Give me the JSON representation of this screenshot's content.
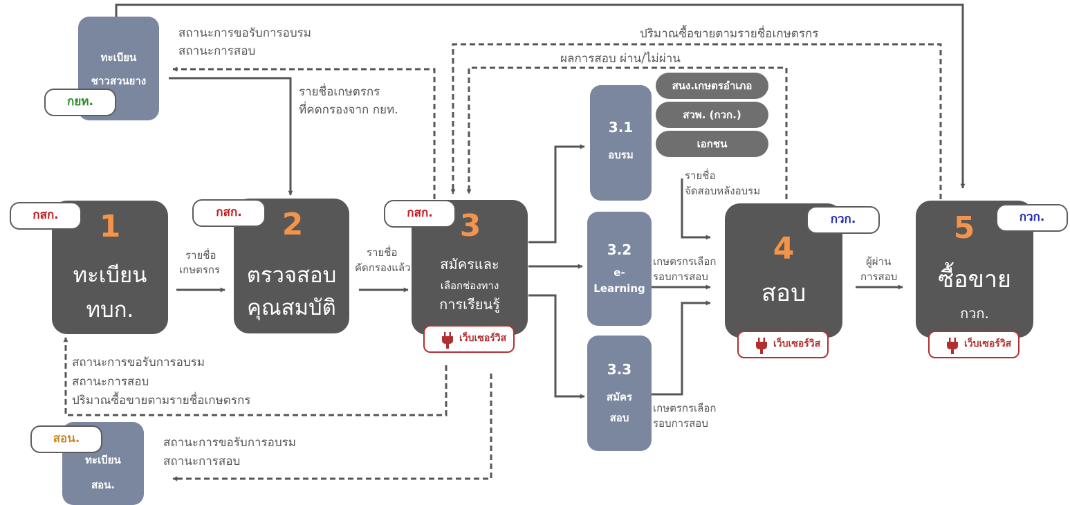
{
  "steps": {
    "s1": {
      "agency": "กสก.",
      "number": "1",
      "title_line1": "ทะเบียน",
      "title_line2": "ทบก."
    },
    "s2": {
      "agency": "กสก.",
      "number": "2",
      "title_line1": "ตรวจสอบ",
      "title_line2": "คุณสมบัติ"
    },
    "s3": {
      "agency": "กสก.",
      "number": "3",
      "title_line1": "สมัครและ",
      "title_line2": "เลือกช่องทาง",
      "title_line3": "การเรียนรู้",
      "service": "เว็บเซอร์วิส"
    },
    "s4": {
      "agency": "กวก.",
      "number": "4",
      "title": "สอบ",
      "service": "เว็บเซอร์วิส"
    },
    "s5": {
      "agency": "กวก.",
      "number": "5",
      "title": "ซื้อขาย",
      "subtitle": "กวก.",
      "service": "เว็บเซอร์วิส"
    }
  },
  "substeps": {
    "s31": {
      "number": "3.1",
      "title": "อบรม"
    },
    "s32": {
      "number": "3.2",
      "title_line1": "e-",
      "title_line2": "Learning"
    },
    "s33": {
      "number": "3.3",
      "title_line1": "สมัคร",
      "title_line2": "สอบ"
    }
  },
  "providers": [
    "สนง.เกษตรอำเภอ",
    "สวพ. (กวก.)",
    "เอกชน"
  ],
  "registries": {
    "rubber": {
      "line1": "ทะเบียน",
      "line2": "ชาวสวนยาง",
      "agency": "กยท."
    },
    "son": {
      "line1": "ทะเบียน",
      "line2": "สอน.",
      "agency": "สอน."
    }
  },
  "labels": {
    "rubber_status_1": "สถานะการขอรับการอบรม",
    "rubber_status_2": "สถานะการสอบ",
    "screened_1": "รายชื่อเกษตรกร",
    "screened_2": "ที่คดกรองจาก กยท.",
    "trade_volume": "ปริมาณซื้อขายตามรายชื่อเกษตรกร",
    "exam_result": "ผลการสอบ ผ่าน/ไม่ผ่าน",
    "s1_s2_1": "รายชื่อ",
    "s1_s2_2": "เกษตรกร",
    "s2_s3_1": "รายชื่อ",
    "s2_s3_2": "คัดกรองแล้ว",
    "train_1": "รายชื่อ",
    "train_2": "จัดสอบหลังอบรม",
    "elearn_1": "เกษตรกรเลือก",
    "elearn_2": "รอบการสอบ",
    "apply_1": "เกษตรกรเลือก",
    "apply_2": "รอบการสอบ",
    "passed_1": "ผู้ผ่าน",
    "passed_2": "การสอบ",
    "back1_1": "สถานะการขอรับการอบรม",
    "back1_2": "สถานะการสอบ",
    "back1_3": "ปริมาณซื้อขายตามรายชื่อเกษตรกร",
    "son_status_1": "สถานะการขอรับการอบรม",
    "son_status_2": "สถานะการสอบ"
  },
  "colors": {
    "dark_box": "#575757",
    "slate_box": "#7b879f",
    "step_number": "#f4934a",
    "service_red": "#b03030",
    "agency_red": "#c0181a",
    "agency_blue": "#1d2ab0",
    "agency_green": "#2f8a2f",
    "agency_orange": "#c98a2c"
  },
  "icons": {
    "service": "plug-icon",
    "arrow": "arrow-head-icon"
  }
}
